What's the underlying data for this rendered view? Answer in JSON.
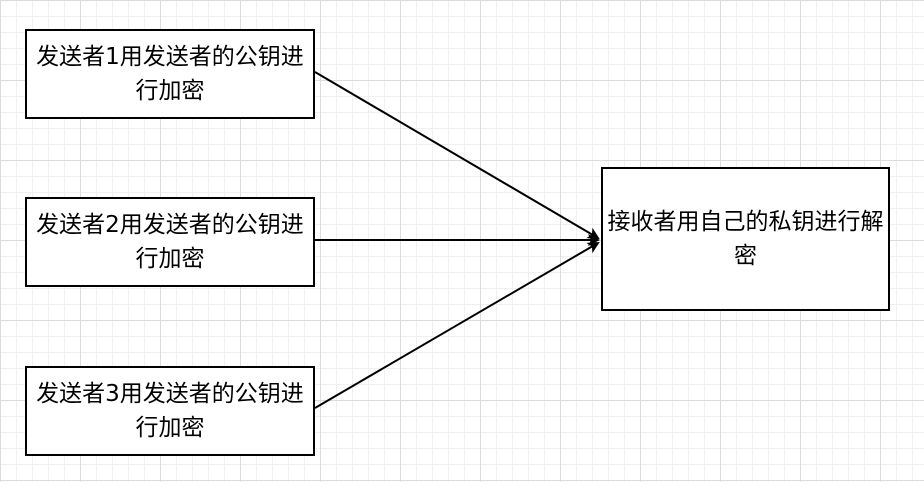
{
  "nodes": {
    "sender1": "发送者1用发送者的公钥进行加密",
    "sender2": "发送者2用发送者的公钥进行加密",
    "sender3": "发送者3用发送者的公钥进行加密",
    "receiver": "接收者用自己的私钥进行解密"
  },
  "edges": [
    {
      "from": "sender1",
      "to": "receiver"
    },
    {
      "from": "sender2",
      "to": "receiver"
    },
    {
      "from": "sender3",
      "to": "receiver"
    }
  ],
  "colors": {
    "stroke": "#000000",
    "fill": "#ffffff",
    "grid": "#dcdcdc"
  }
}
